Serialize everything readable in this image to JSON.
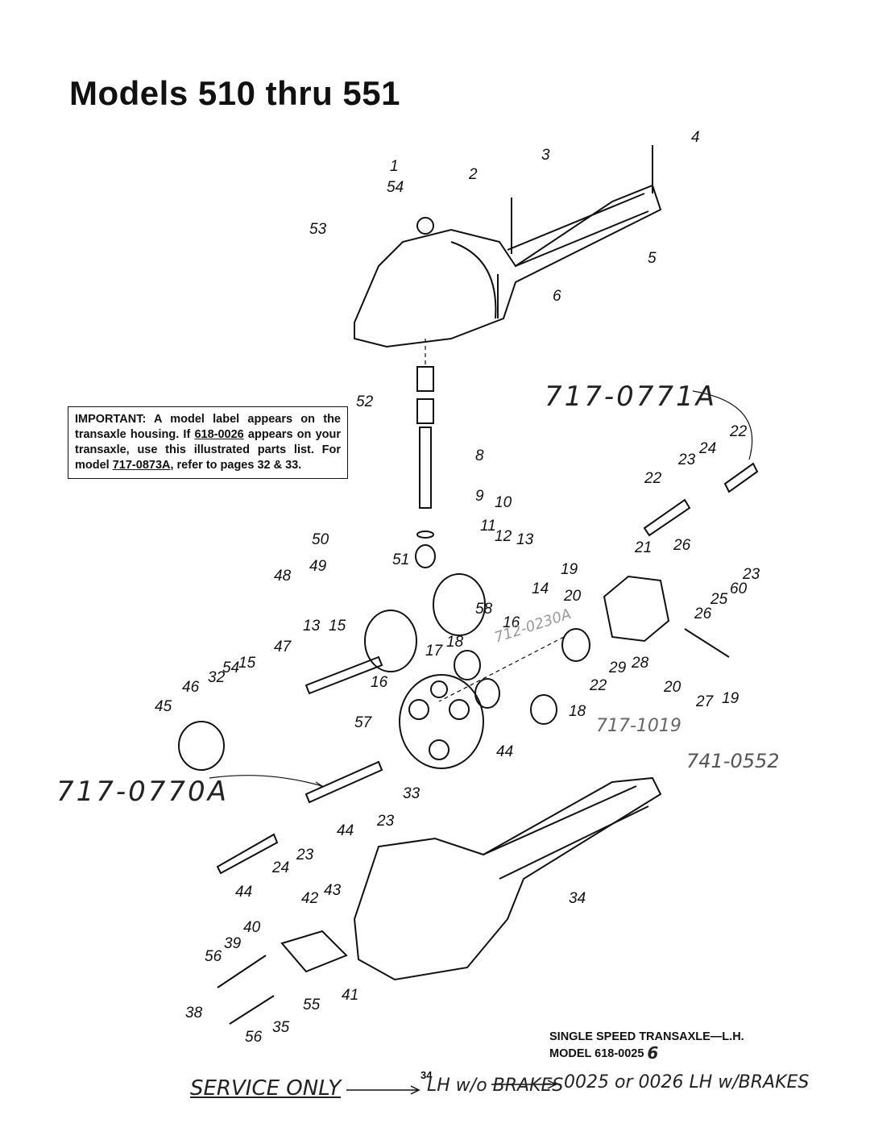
{
  "title": "Models 510 thru 551",
  "notice": {
    "part1": "IMPORTANT: A model label appears on the transaxle housing. If ",
    "model_a": "618-0026",
    "part2": " appears on your transaxle, use this illustrated parts list. For model ",
    "model_b": "717-0873A",
    "part3": ", refer to pages 32 & 33."
  },
  "caption": {
    "line1": "SINGLE SPEED TRANSAXLE—L.H.",
    "line2": "MODEL 618-0025"
  },
  "page_number": "34",
  "handwritten": {
    "part_a": "717-0771A",
    "part_b": "717-0770A",
    "part_c": "717-1019",
    "part_d": "741-0552",
    "part_e": "712-0230A",
    "model_fix": "6",
    "service": "SERVICE ONLY",
    "note1": "LH w/o BRAKES",
    "note2": "0025 or 0026  LH w/BRAKES"
  },
  "callouts": [
    "1",
    "54",
    "2",
    "3",
    "4",
    "53",
    "5",
    "6",
    "52",
    "8",
    "22",
    "23",
    "24",
    "22",
    "9",
    "10",
    "11",
    "12",
    "13",
    "50",
    "49",
    "48",
    "51",
    "21",
    "26",
    "23",
    "60",
    "25",
    "26",
    "19",
    "14",
    "20",
    "58",
    "16",
    "17",
    "18",
    "13",
    "15",
    "47",
    "54",
    "15",
    "32",
    "46",
    "45",
    "16",
    "29",
    "28",
    "22",
    "20",
    "27",
    "19",
    "18",
    "57",
    "44",
    "33",
    "23",
    "44",
    "23",
    "24",
    "44",
    "34",
    "42",
    "43",
    "40",
    "39",
    "56",
    "41",
    "55",
    "38",
    "56",
    "35"
  ]
}
